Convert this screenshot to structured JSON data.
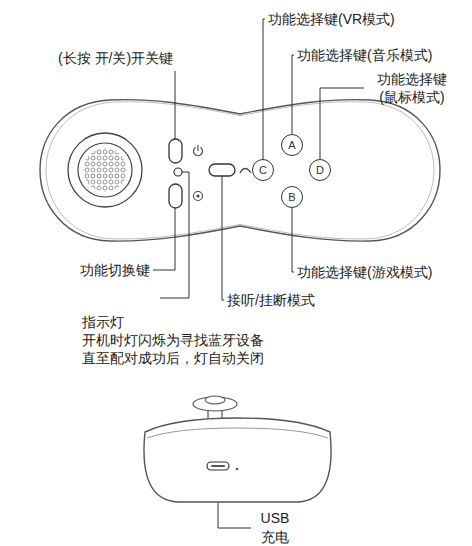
{
  "diagram": {
    "nodes": [
      {
        "text": [
          "A"
        ]
      },
      {
        "text": [
          "C"
        ]
      },
      {
        "text": [
          "D"
        ]
      },
      {
        "text": [
          "B"
        ]
      }
    ],
    "labels": [
      "功能选择键(VR模式)",
      "功能选择键(音乐模式)",
      "功能选择键 (鼠标模式)",
      "(长按 开/关)开关键",
      "功能切换键",
      "接听/挂断模式",
      "功能选择键(游戏模式)",
      "指示灯",
      "开机时灯闪烁为寻找蓝牙设备 直至配对成功后，灯自动关闭",
      "USB 充电"
    ]
  }
}
